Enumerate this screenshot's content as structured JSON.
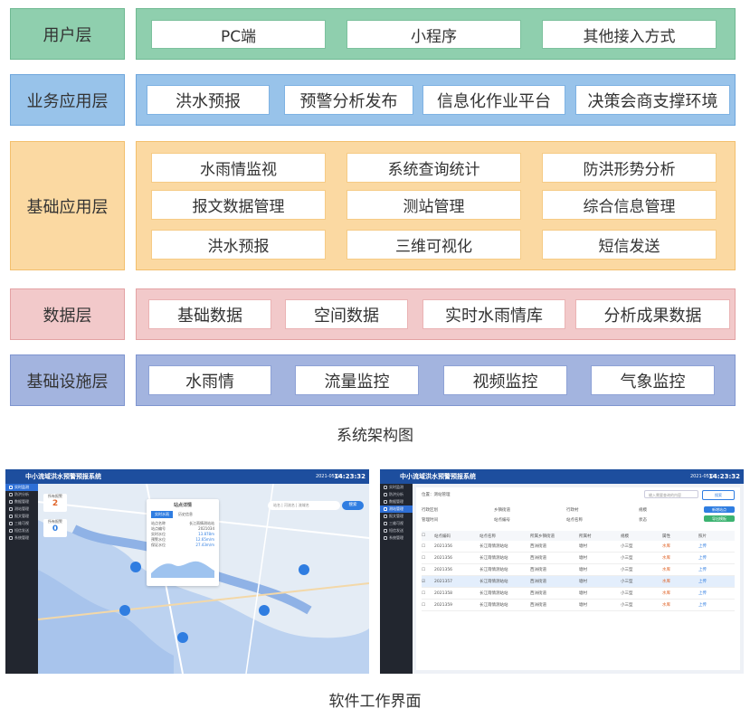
{
  "architecture": {
    "layers": [
      {
        "id": "user",
        "label": "用户层",
        "fill": "#8fcfae",
        "items": [
          "PC端",
          "小程序",
          "其他接入方式"
        ]
      },
      {
        "id": "business",
        "label": "业务应用层",
        "fill": "#98c3ea",
        "items": [
          "洪水预报",
          "预警分析发布",
          "信息化作业平台",
          "决策会商支撑环境"
        ]
      },
      {
        "id": "basic",
        "label": "基础应用层",
        "fill": "#fbd9a2",
        "items": [
          "水雨情监视",
          "系统查询统计",
          "防洪形势分析",
          "报文数据管理",
          "测站管理",
          "综合信息管理",
          "洪水预报",
          "三维可视化",
          "短信发送"
        ]
      },
      {
        "id": "data",
        "label": "数据层",
        "fill": "#f2c9ca",
        "items": [
          "基础数据",
          "空间数据",
          "实时水雨情库",
          "分析成果数据"
        ]
      },
      {
        "id": "infra",
        "label": "基础设施层",
        "fill": "#a3b4df",
        "items": [
          "水雨情",
          "流量监控",
          "视频监控",
          "气象监控"
        ]
      }
    ],
    "caption": "系统架构图"
  },
  "screens": {
    "caption": "软件工作界面",
    "app_title": "中小流域洪水预警预报系统",
    "date": "2021-05-03",
    "time": "14:23:32",
    "menu": [
      "实时监测",
      "防洪分析",
      "数据管理",
      "测站管理",
      "报文管理",
      "三维可视",
      "短信发送",
      "系统管理"
    ],
    "map": {
      "card1_label": "所有报警",
      "card1_value": "2",
      "card2_label": "所有报警",
      "card2_value": "0",
      "search_placeholder": "站名 | 河流名 | 流域名",
      "search_button": "搜索",
      "popup_title": "站点详情",
      "popup_tab1": "实时水雨",
      "popup_tab2": "历史信息",
      "popup_rows": [
        [
          "站点名称",
          "长江雨情测站站"
        ],
        [
          "站点编号",
          "2021034"
        ],
        [
          "实时水位",
          "13.878m"
        ],
        [
          "预警水位",
          "12.65m/m"
        ],
        [
          "保证水位",
          "27.43m/m"
        ]
      ]
    },
    "table": {
      "breadcrumb": "位置：测站管理",
      "search_placeholder": "输入需要查询的内容",
      "search_button": "搜索",
      "filters": [
        "行政区划",
        "乡镇街道",
        "行政村",
        "规模",
        "管理时间",
        "站点编号",
        "站点名称",
        "状态"
      ],
      "btn_add": "新增站点",
      "btn_import": "导出模板",
      "columns": [
        "站点编码",
        "站点名称",
        "所属乡镇街道",
        "所属村",
        "规模",
        "属性",
        "照片"
      ],
      "rows": [
        [
          "2021356",
          "长江雨情测站站",
          "西洲街道",
          "塘村",
          "小三型",
          "水库",
          "上传"
        ],
        [
          "2021356",
          "长江雨情测站站",
          "西洲街道",
          "塘村",
          "小三型",
          "水库",
          "上传"
        ],
        [
          "2021356",
          "长江雨情测站站",
          "西洲街道",
          "塘村",
          "小三型",
          "水库",
          "上传"
        ],
        [
          "2021357",
          "长江雨情测站站",
          "西洲街道",
          "塘村",
          "小三型",
          "水库",
          "上传"
        ],
        [
          "2021358",
          "长江雨情测站站",
          "西洲街道",
          "塘村",
          "小三型",
          "水库",
          "上传"
        ],
        [
          "2021359",
          "长江雨情测站站",
          "西洲街道",
          "塘村",
          "小三型",
          "水库",
          "上传"
        ]
      ]
    }
  }
}
